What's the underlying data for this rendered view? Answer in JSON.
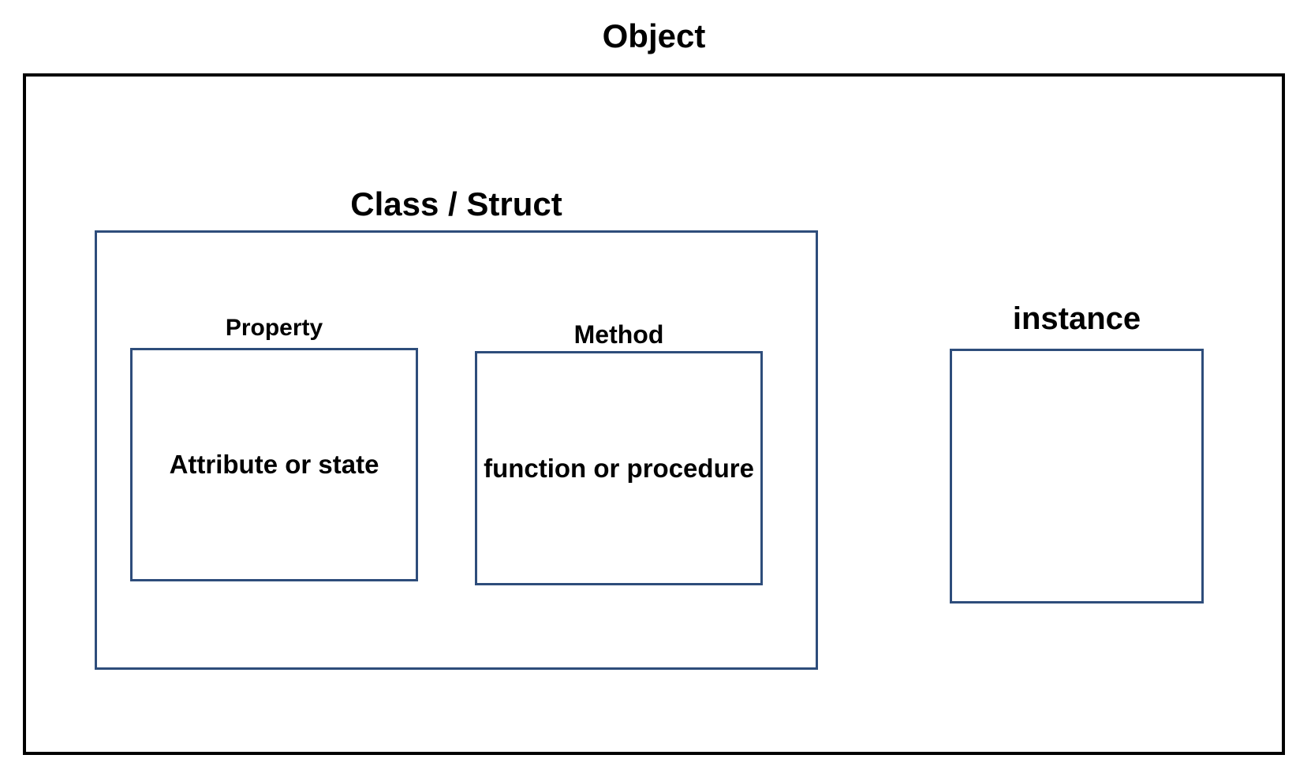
{
  "colors": {
    "outer_border": "#000000",
    "accent_border": "#2e4d7b",
    "text": "#000000",
    "background": "#ffffff"
  },
  "diagram": {
    "object": {
      "label": "Object"
    },
    "class_struct": {
      "label": "Class / Struct"
    },
    "property": {
      "label": "Property",
      "content": "Attribute or state"
    },
    "method": {
      "label": "Method",
      "content": "function or procedure"
    },
    "instance": {
      "label": "instance"
    }
  }
}
